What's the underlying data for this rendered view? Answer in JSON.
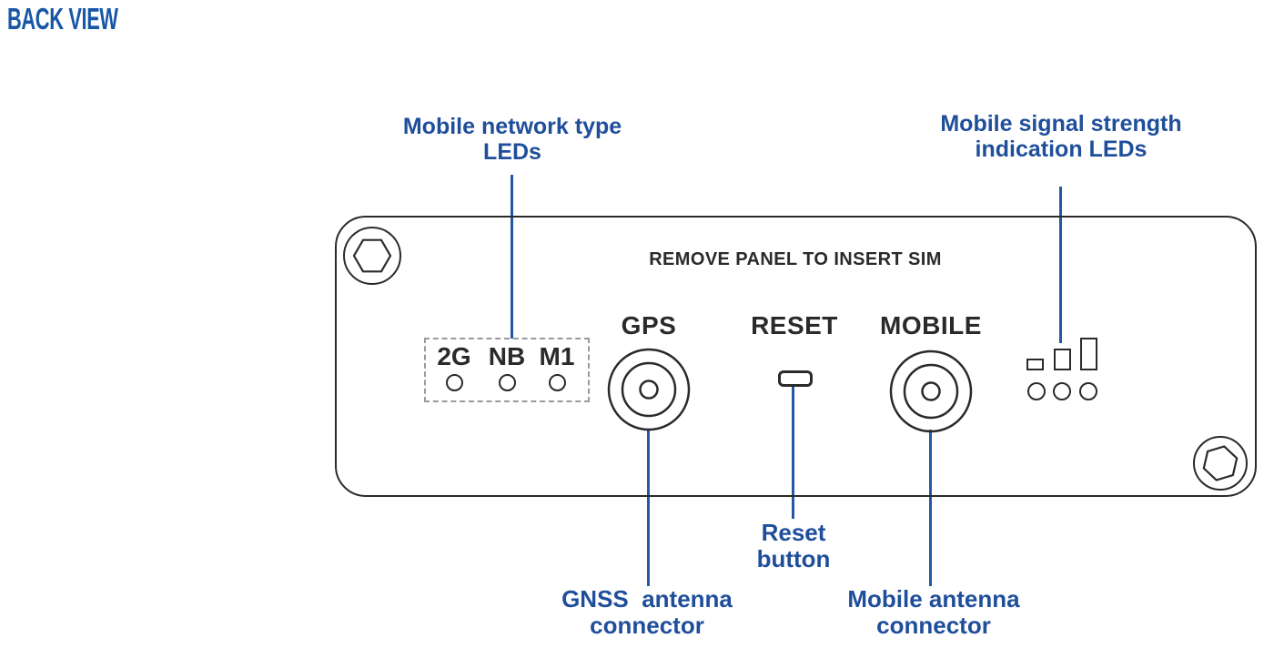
{
  "page": {
    "title": "BACK VIEW"
  },
  "colors": {
    "heading_blue": "#1757a6",
    "label_blue": "#1f4e9b",
    "leader_blue": "#2258a6",
    "outline_dark": "#2b2a2a",
    "dashed_gray": "#9a9a9a"
  },
  "panel": {
    "sim_notice": "REMOVE PANEL TO INSERT SIM",
    "network_leds": [
      {
        "label": "2G"
      },
      {
        "label": "NB"
      },
      {
        "label": "M1"
      }
    ],
    "gps_label": "GPS",
    "reset_label": "RESET",
    "mobile_label": "MOBILE"
  },
  "callouts": {
    "network_type": {
      "line1": "Mobile network type",
      "line2": "LEDs"
    },
    "signal_strength": {
      "line1": "Mobile signal strength",
      "line2": "indication LEDs"
    },
    "reset": {
      "line1": "Reset",
      "line2": "button"
    },
    "gnss": {
      "line1": "GNSS  antenna",
      "line2": "connector"
    },
    "mobile_antenna": {
      "line1": "Mobile antenna",
      "line2": "connector"
    }
  }
}
